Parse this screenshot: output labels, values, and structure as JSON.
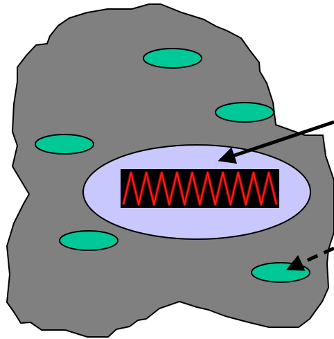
{
  "diagram": {
    "colors": {
      "background": "#ffffff",
      "blob_fill": "#808080",
      "outline": "#000000",
      "small_ellipse_fill": "#00c896",
      "central_ellipse_fill": "#c8c8ff",
      "signal_box_fill": "#000000",
      "wave_dark": "#8c0000",
      "wave_bright": "#ff1e1e",
      "arrow": "#000000"
    },
    "small_ellipse_count": 5,
    "signal_oscillations": 10,
    "arrows": [
      {
        "name": "solid-arrow",
        "style": "solid",
        "target": "central-ellipse"
      },
      {
        "name": "dashed-arrow",
        "style": "dashed",
        "target": "small-ellipse-5"
      }
    ]
  }
}
